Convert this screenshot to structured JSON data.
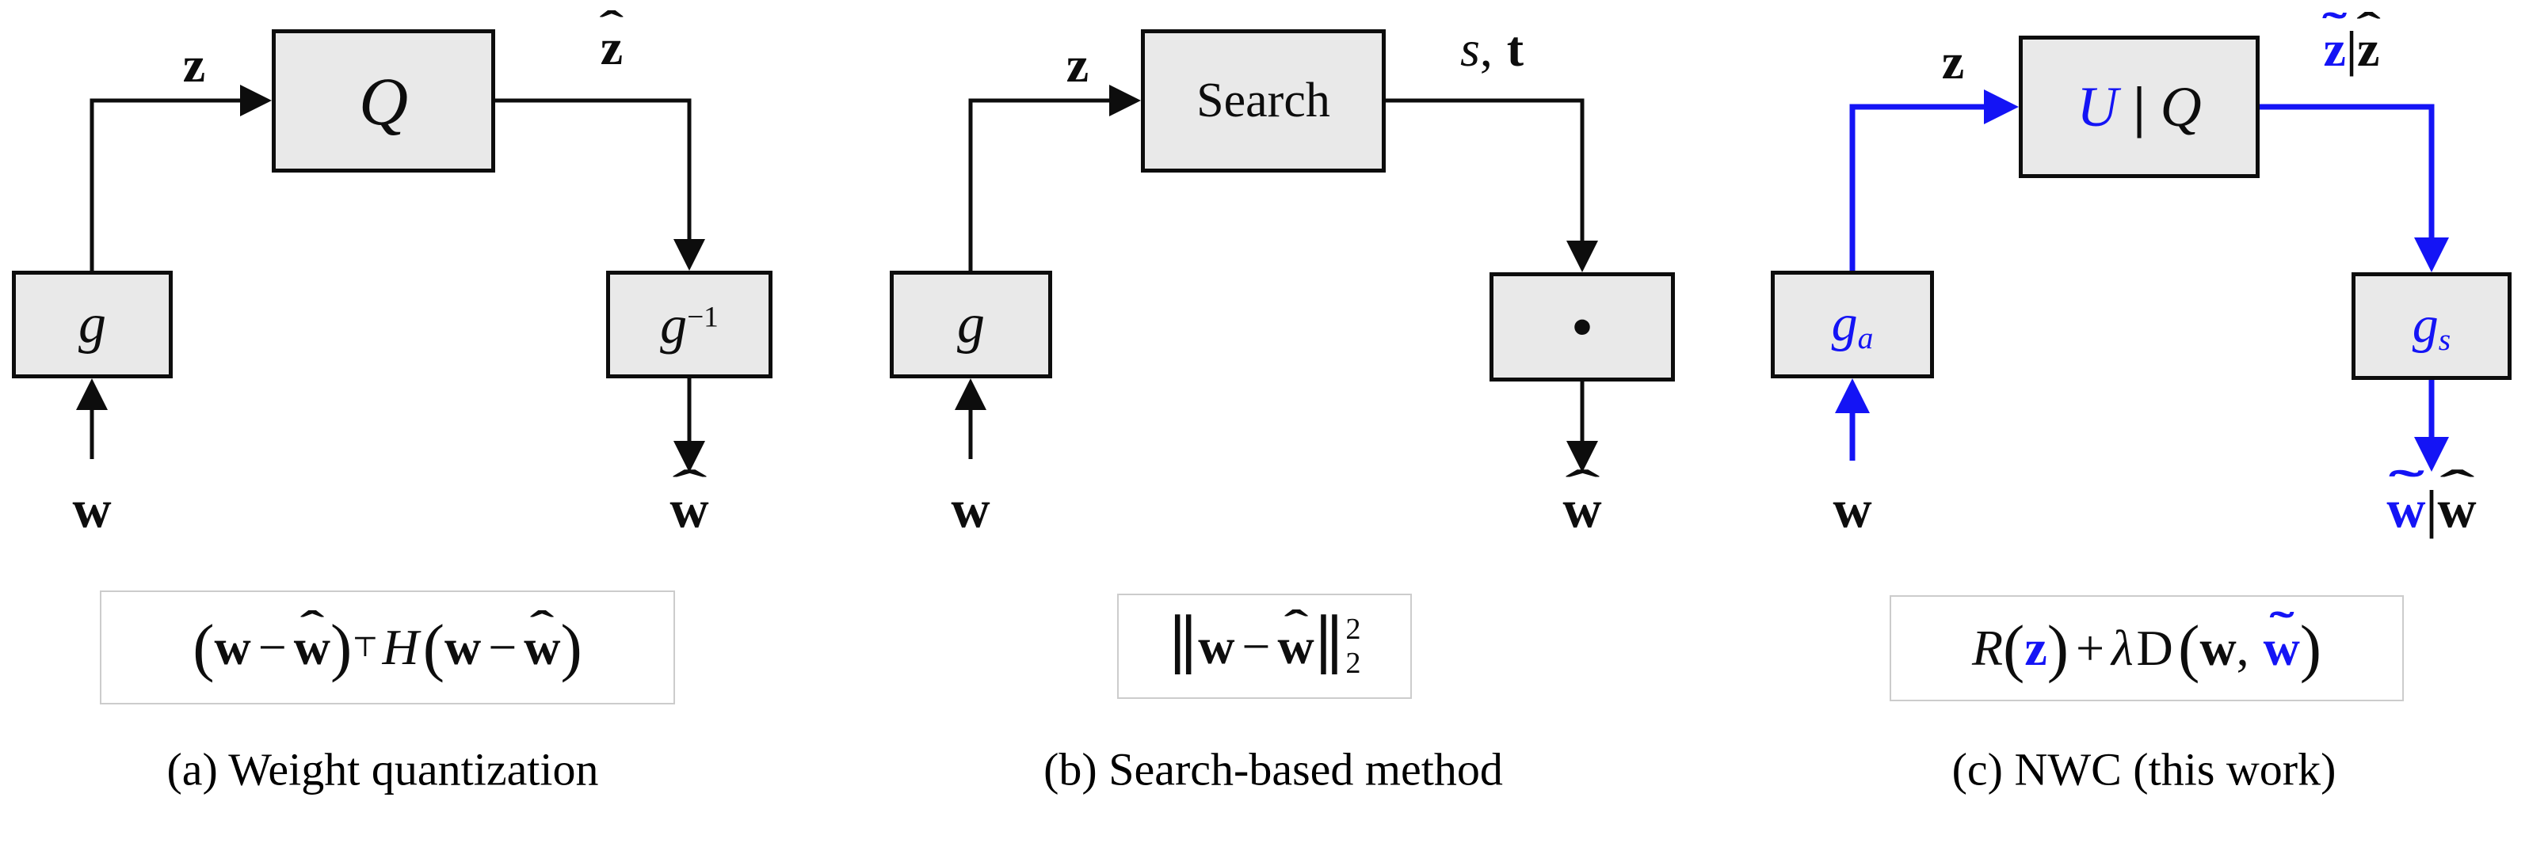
{
  "figure": {
    "colors": {
      "accent_blue": "#1414F5",
      "line_black": "#0D0D0D",
      "box_fill": "#E9E9E9",
      "box_border": "#0D0D0D",
      "formula_box_border": "#CCCCCC"
    },
    "marks": {
      "hat": "ˆ",
      "tilde": "˜"
    },
    "panel_a": {
      "caption": "(a) Weight quantization",
      "box_encoder": "g",
      "box_quantizer": "Q",
      "box_decoder_base": "g",
      "box_decoder_sup": "−1",
      "label_latent": "z",
      "label_latent_hat_base": "z",
      "label_input": "w",
      "label_output_base": "w",
      "formula": {
        "open1": "(",
        "w1": "w",
        "minus1": "−",
        "what1_base": "w",
        "close1": ")",
        "transpose": "⊤",
        "hessian": "H",
        "open2": "(",
        "w2": "w",
        "minus2": "−",
        "what2_base": "w",
        "close2": ")"
      }
    },
    "panel_b": {
      "caption": "(b) Search-based method",
      "box_encoder": "g",
      "box_search": "Search",
      "box_scale_dot": "·",
      "label_latent": "z",
      "label_param_s": "s",
      "label_param_comma": ",",
      "label_param_t": "t",
      "label_input": "w",
      "label_output_base": "w",
      "formula": {
        "bar1": "∥",
        "w1": "w",
        "minus": "−",
        "what_base": "w",
        "bar2": "∥",
        "sup2": "2",
        "sub2": "2"
      }
    },
    "panel_c": {
      "caption": "(c) NWC (this work)",
      "box_analysis_base": "g",
      "box_analysis_sub": "a",
      "box_u": "U",
      "box_bar": "|",
      "box_q": "Q",
      "box_synthesis_base": "g",
      "box_synthesis_sub": "s",
      "label_latent": "z",
      "label_ztilde_base": "z",
      "label_zbar": "|",
      "label_zhat_base": "z",
      "label_input": "w",
      "label_wtilde_base": "w",
      "label_wbar": "|",
      "label_what_base": "w",
      "formula": {
        "R": "R",
        "open1": "(",
        "z": "z",
        "close1": ")",
        "plus": "+",
        "lambda": "λ",
        "D": "D",
        "open2": "(",
        "w": "w",
        "comma": ",",
        "wtilde_base": "w",
        "close2": ")"
      }
    }
  }
}
